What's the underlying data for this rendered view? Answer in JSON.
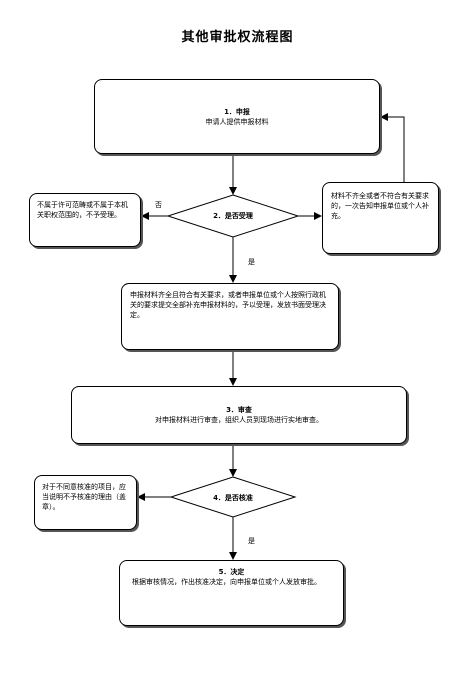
{
  "title": "其他审批权流程图",
  "boxes": {
    "apply": {
      "head": "1．申报",
      "body": "申请人提供申报材料"
    },
    "accept": {
      "body": "申报材料齐全且符合有关要求，或者申报单位或个人按照行政机关的要求提交全部补充申报材料的，予以受理，发放书面受理决定。"
    },
    "review": {
      "head": "3．审查",
      "body": "对申报材料进行审查，组织人员到现场进行实地审查。"
    },
    "decide": {
      "head": "5．决定",
      "body": "根据审核情况，作出核准决定，向申报单位或个人发放审批。"
    }
  },
  "side_notes": {
    "not_accept": "不属于许可范畴或不属于本机关职权范围的，不予受理。",
    "incomplete": "材料不齐全或者不符合有关要求的，一次告知申报单位或个人补充。",
    "not_approve": "对于不同意核准的项目，应当说明不予核准的理由（盖章）。"
  },
  "decisions": {
    "accepted": "2．是否受理",
    "approved": "4．是否核准"
  },
  "edge_labels": {
    "no": "否",
    "yes1": "是",
    "yes2": "是"
  }
}
